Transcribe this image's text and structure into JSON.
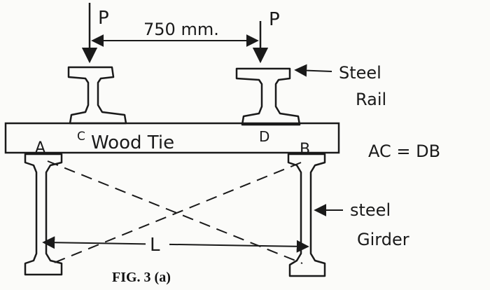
{
  "diagram": {
    "loads": {
      "left": "P",
      "right": "P"
    },
    "spacing_label": "750 mm.",
    "rail_label_line1": "Steel",
    "rail_label_line2": "Rail",
    "tie_label": "Wood Tie",
    "points": {
      "a": "A",
      "b": "B",
      "c": "C",
      "d": "D"
    },
    "relation": "AC = DB",
    "girder_label_line1": "steel",
    "girder_label_line2": "Girder",
    "span_label": "L",
    "caption": "FIG. 3 (a)"
  }
}
